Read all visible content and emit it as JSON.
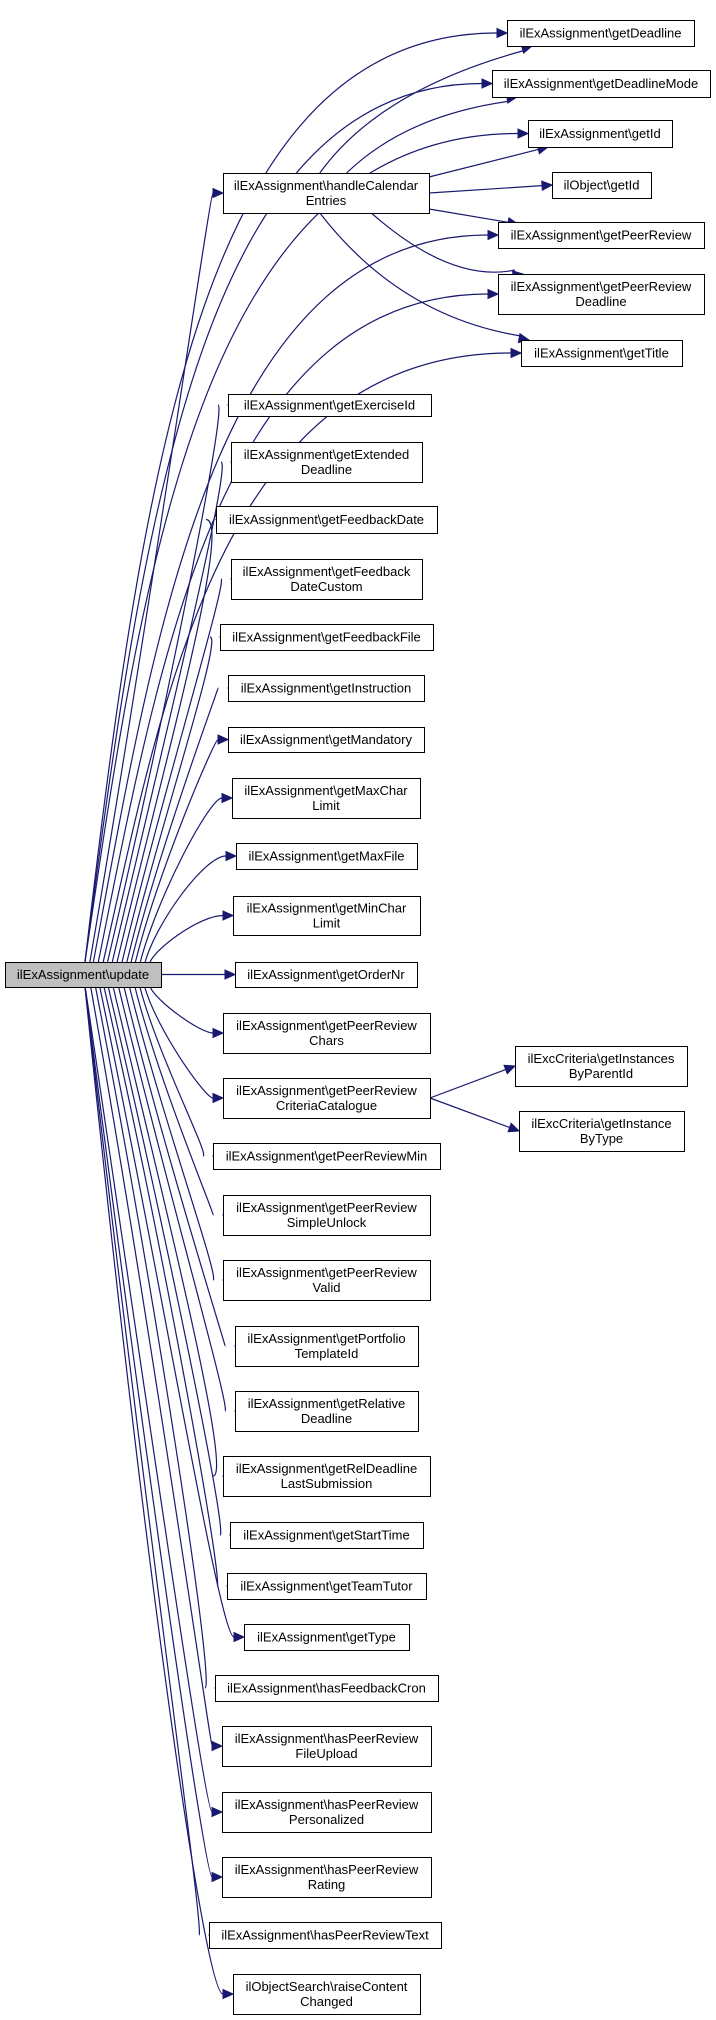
{
  "diagram": {
    "type": "call-graph",
    "edge_color": "#191970",
    "root_fill": "#bfbfbf",
    "root": "update",
    "nodes": [
      {
        "id": "update",
        "lines": [
          "ilExAssignment\\update"
        ],
        "root": true
      },
      {
        "id": "handleCalendarEntries",
        "lines": [
          "ilExAssignment\\handleCalendar",
          "Entries"
        ]
      },
      {
        "id": "getDeadline",
        "lines": [
          "ilExAssignment\\getDeadline"
        ]
      },
      {
        "id": "getDeadlineMode",
        "lines": [
          "ilExAssignment\\getDeadlineMode"
        ]
      },
      {
        "id": "getId",
        "lines": [
          "ilExAssignment\\getId"
        ]
      },
      {
        "id": "ilObjectGetId",
        "lines": [
          "ilObject\\getId"
        ]
      },
      {
        "id": "getPeerReview",
        "lines": [
          "ilExAssignment\\getPeerReview"
        ]
      },
      {
        "id": "getPeerReviewDeadline",
        "lines": [
          "ilExAssignment\\getPeerReview",
          "Deadline"
        ]
      },
      {
        "id": "getTitle",
        "lines": [
          "ilExAssignment\\getTitle"
        ]
      },
      {
        "id": "getExerciseId",
        "lines": [
          "ilExAssignment\\getExerciseId"
        ]
      },
      {
        "id": "getExtendedDeadline",
        "lines": [
          "ilExAssignment\\getExtended",
          "Deadline"
        ]
      },
      {
        "id": "getFeedbackDate",
        "lines": [
          "ilExAssignment\\getFeedbackDate"
        ]
      },
      {
        "id": "getFeedbackDateCustom",
        "lines": [
          "ilExAssignment\\getFeedback",
          "DateCustom"
        ]
      },
      {
        "id": "getFeedbackFile",
        "lines": [
          "ilExAssignment\\getFeedbackFile"
        ]
      },
      {
        "id": "getInstruction",
        "lines": [
          "ilExAssignment\\getInstruction"
        ]
      },
      {
        "id": "getMandatory",
        "lines": [
          "ilExAssignment\\getMandatory"
        ]
      },
      {
        "id": "getMaxCharLimit",
        "lines": [
          "ilExAssignment\\getMaxChar",
          "Limit"
        ]
      },
      {
        "id": "getMaxFile",
        "lines": [
          "ilExAssignment\\getMaxFile"
        ]
      },
      {
        "id": "getMinCharLimit",
        "lines": [
          "ilExAssignment\\getMinChar",
          "Limit"
        ]
      },
      {
        "id": "getOrderNr",
        "lines": [
          "ilExAssignment\\getOrderNr"
        ]
      },
      {
        "id": "getPeerReviewChars",
        "lines": [
          "ilExAssignment\\getPeerReview",
          "Chars"
        ]
      },
      {
        "id": "getPeerReviewCriteriaCatalogue",
        "lines": [
          "ilExAssignment\\getPeerReview",
          "CriteriaCatalogue"
        ]
      },
      {
        "id": "getInstancesByParentId",
        "lines": [
          "ilExcCriteria\\getInstances",
          "ByParentId"
        ]
      },
      {
        "id": "getInstanceByType",
        "lines": [
          "ilExcCriteria\\getInstance",
          "ByType"
        ]
      },
      {
        "id": "getPeerReviewMin",
        "lines": [
          "ilExAssignment\\getPeerReviewMin"
        ]
      },
      {
        "id": "getPeerReviewSimpleUnlock",
        "lines": [
          "ilExAssignment\\getPeerReview",
          "SimpleUnlock"
        ]
      },
      {
        "id": "getPeerReviewValid",
        "lines": [
          "ilExAssignment\\getPeerReview",
          "Valid"
        ]
      },
      {
        "id": "getPortfolioTemplateId",
        "lines": [
          "ilExAssignment\\getPortfolio",
          "TemplateId"
        ]
      },
      {
        "id": "getRelativeDeadline",
        "lines": [
          "ilExAssignment\\getRelative",
          "Deadline"
        ]
      },
      {
        "id": "getRelDeadlineLastSubmission",
        "lines": [
          "ilExAssignment\\getRelDeadline",
          "LastSubmission"
        ]
      },
      {
        "id": "getStartTime",
        "lines": [
          "ilExAssignment\\getStartTime"
        ]
      },
      {
        "id": "getTeamTutor",
        "lines": [
          "ilExAssignment\\getTeamTutor"
        ]
      },
      {
        "id": "getType",
        "lines": [
          "ilExAssignment\\getType"
        ]
      },
      {
        "id": "hasFeedbackCron",
        "lines": [
          "ilExAssignment\\hasFeedbackCron"
        ]
      },
      {
        "id": "hasPeerReviewFileUpload",
        "lines": [
          "ilExAssignment\\hasPeerReview",
          "FileUpload"
        ]
      },
      {
        "id": "hasPeerReviewPersonalized",
        "lines": [
          "ilExAssignment\\hasPeerReview",
          "Personalized"
        ]
      },
      {
        "id": "hasPeerReviewRating",
        "lines": [
          "ilExAssignment\\hasPeerReview",
          "Rating"
        ]
      },
      {
        "id": "hasPeerReviewText",
        "lines": [
          "ilExAssignment\\hasPeerReviewText"
        ]
      },
      {
        "id": "raiseContentChanged",
        "lines": [
          "ilObjectSearch\\raiseContent",
          "Changed"
        ]
      }
    ],
    "edges": [
      [
        "update",
        "getDeadline"
      ],
      [
        "update",
        "getDeadlineMode"
      ],
      [
        "update",
        "getId"
      ],
      [
        "update",
        "handleCalendarEntries"
      ],
      [
        "update",
        "getPeerReview"
      ],
      [
        "update",
        "getPeerReviewDeadline"
      ],
      [
        "update",
        "getTitle"
      ],
      [
        "update",
        "getExerciseId"
      ],
      [
        "update",
        "getExtendedDeadline"
      ],
      [
        "update",
        "getFeedbackDate"
      ],
      [
        "update",
        "getFeedbackDateCustom"
      ],
      [
        "update",
        "getFeedbackFile"
      ],
      [
        "update",
        "getInstruction"
      ],
      [
        "update",
        "getMandatory"
      ],
      [
        "update",
        "getMaxCharLimit"
      ],
      [
        "update",
        "getMaxFile"
      ],
      [
        "update",
        "getMinCharLimit"
      ],
      [
        "update",
        "getOrderNr"
      ],
      [
        "update",
        "getPeerReviewChars"
      ],
      [
        "update",
        "getPeerReviewCriteriaCatalogue"
      ],
      [
        "update",
        "getPeerReviewMin"
      ],
      [
        "update",
        "getPeerReviewSimpleUnlock"
      ],
      [
        "update",
        "getPeerReviewValid"
      ],
      [
        "update",
        "getPortfolioTemplateId"
      ],
      [
        "update",
        "getRelativeDeadline"
      ],
      [
        "update",
        "getRelDeadlineLastSubmission"
      ],
      [
        "update",
        "getStartTime"
      ],
      [
        "update",
        "getTeamTutor"
      ],
      [
        "update",
        "getType"
      ],
      [
        "update",
        "hasFeedbackCron"
      ],
      [
        "update",
        "hasPeerReviewFileUpload"
      ],
      [
        "update",
        "hasPeerReviewPersonalized"
      ],
      [
        "update",
        "hasPeerReviewRating"
      ],
      [
        "update",
        "hasPeerReviewText"
      ],
      [
        "update",
        "raiseContentChanged"
      ],
      [
        "handleCalendarEntries",
        "getDeadline"
      ],
      [
        "handleCalendarEntries",
        "getDeadlineMode"
      ],
      [
        "handleCalendarEntries",
        "getId"
      ],
      [
        "handleCalendarEntries",
        "ilObjectGetId"
      ],
      [
        "handleCalendarEntries",
        "getPeerReview"
      ],
      [
        "handleCalendarEntries",
        "getPeerReviewDeadline"
      ],
      [
        "handleCalendarEntries",
        "getTitle"
      ],
      [
        "getPeerReviewCriteriaCatalogue",
        "getInstancesByParentId"
      ],
      [
        "getPeerReviewCriteriaCatalogue",
        "getInstanceByType"
      ]
    ]
  }
}
